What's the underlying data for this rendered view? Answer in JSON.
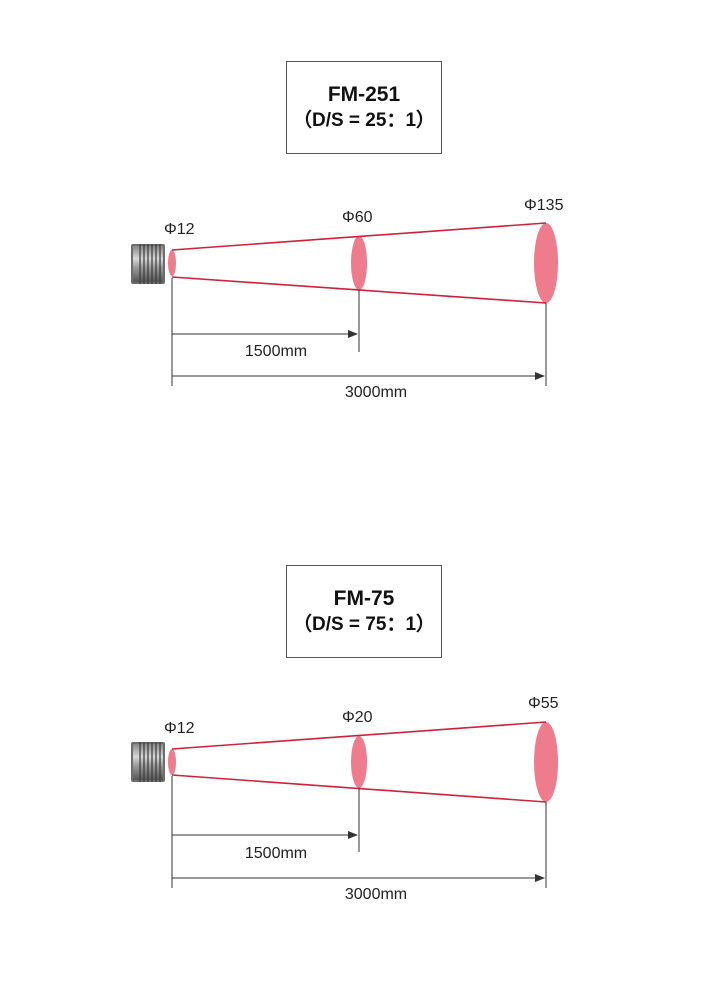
{
  "diagrams": [
    {
      "model": "FM-251",
      "ratio": "（D/S = 25：1）",
      "spot_labels": [
        "Φ12",
        "Φ60",
        "Φ135"
      ],
      "distance_labels": [
        "1500mm",
        "3000mm"
      ],
      "spots_mm": [
        12,
        60,
        135
      ],
      "distances_mm": [
        0,
        1500,
        3000
      ]
    },
    {
      "model": "FM-75",
      "ratio": "（D/S = 75：1）",
      "spot_labels": [
        "Φ12",
        "Φ20",
        "Φ55"
      ],
      "distance_labels": [
        "1500mm",
        "3000mm"
      ],
      "spots_mm": [
        12,
        20,
        55
      ],
      "distances_mm": [
        0,
        1500,
        3000
      ]
    }
  ],
  "colors": {
    "beam_line": "#d0213a",
    "spot_fill": "#ef7c8c",
    "dimension_line": "#333333"
  }
}
